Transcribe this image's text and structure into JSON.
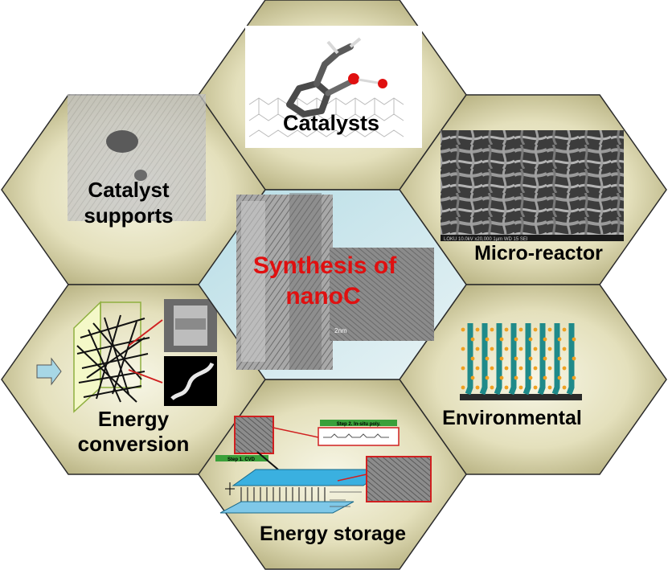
{
  "colors": {
    "hex_fill_light": "#f2f0d8",
    "hex_fill_dark": "#a8a270",
    "hex_border": "#2a2a2a",
    "center_title_color": "#e01010",
    "label_color": "#000000",
    "accent_red": "#d02020"
  },
  "center": {
    "line1": "Synthesis of",
    "line2": "nanoC",
    "scale_label": "2nm"
  },
  "hexes": {
    "catalysts": {
      "label": "Catalysts",
      "image": "molecule-on-graphene"
    },
    "catalyst_supports": {
      "line1": "Catalyst",
      "line2": "supports",
      "image": "tem-micrograph"
    },
    "micro_reactor": {
      "label": "Micro-reactor",
      "image": "sem-nanofibers",
      "caption": "LOKU 10.0kV x20,000 1µm WD 15 SEI"
    },
    "energy_conversion": {
      "line1": "Energy",
      "line2": "conversion",
      "image": "nanotube-network"
    },
    "environmental": {
      "label": "Environmental",
      "image": "aligned-nanotube-forest"
    },
    "energy_storage": {
      "label": "Energy storage",
      "image": "supercapacitor-schematic",
      "step1": "Step 1. CVD",
      "step2": "Step 2. In-situ poly."
    }
  }
}
